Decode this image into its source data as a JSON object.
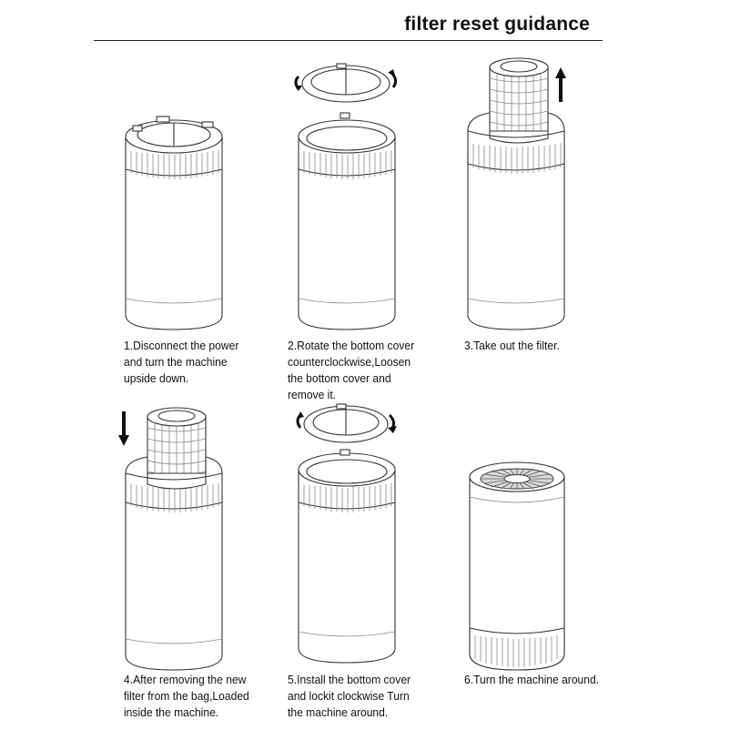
{
  "header": {
    "title": "filter reset guidance"
  },
  "steps": [
    {
      "id": 1,
      "caption": "1.Disconnect the power\nand turn the machine\nupside down."
    },
    {
      "id": 2,
      "caption": "2.Rotate the bottom cover\ncounterclockwise,Loosen\nthe bottom cover and\nremove it."
    },
    {
      "id": 3,
      "caption": "3.Take out the filter."
    },
    {
      "id": 4,
      "caption": "4.After removing the new\nfilter from the bag,Loaded\ninside the machine."
    },
    {
      "id": 5,
      "caption": "5.Install the bottom cover\nand lockit clockwise Turn\nthe machine around."
    },
    {
      "id": 6,
      "caption": "6.Turn the machine around."
    }
  ],
  "icons": {
    "rotate": "rotate-arrows-icon",
    "up": "arrow-up-icon",
    "down": "arrow-down-icon"
  }
}
